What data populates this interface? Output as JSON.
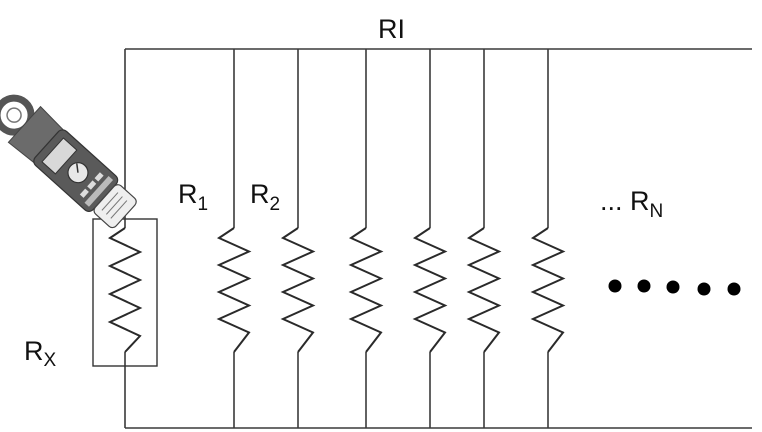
{
  "labels": {
    "top_rail": "RI",
    "rx_main": "R",
    "rx_sub": "X",
    "r1_main": "R",
    "r1_sub": "1",
    "r2_main": "R",
    "r2_sub": "2",
    "rn_prefix": "... R",
    "rn_sub": "N"
  },
  "icons": {
    "clamp_meter": "clamp-meter-icon",
    "ellipsis": "ellipsis-dots-icon"
  },
  "colors": {
    "wire": "#3a3a3a",
    "meter_body": "#5a5a5a"
  }
}
